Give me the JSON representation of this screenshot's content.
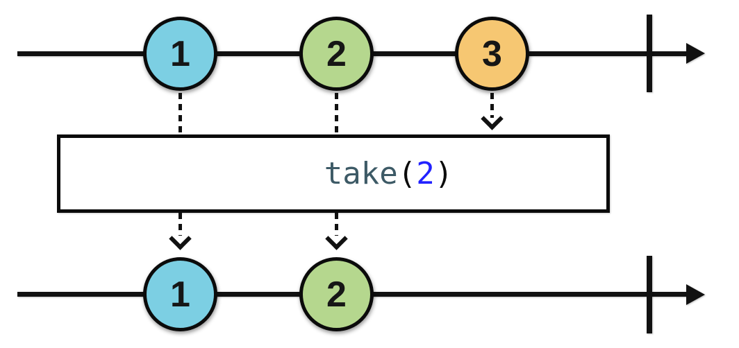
{
  "diagram": {
    "kind": "marble-diagram",
    "operator_box": {
      "function_name": "take",
      "open_paren": "(",
      "argument": "2",
      "close_paren": ")"
    },
    "input_stream": {
      "completed": true,
      "marbles": [
        {
          "label": "1",
          "color": "#7ccfe3"
        },
        {
          "label": "2",
          "color": "#b5d78e"
        },
        {
          "label": "3",
          "color": "#f6c772"
        }
      ]
    },
    "output_stream": {
      "completed": true,
      "marbles": [
        {
          "label": "1",
          "color": "#7ccfe3"
        },
        {
          "label": "2",
          "color": "#b5d78e"
        }
      ]
    },
    "colors": {
      "stroke": "#111111",
      "operator_function_text": "#3d5a66",
      "operator_argument_text": "#2222ff",
      "paren_text": "#0b0b0b",
      "background": "#ffffff"
    }
  }
}
